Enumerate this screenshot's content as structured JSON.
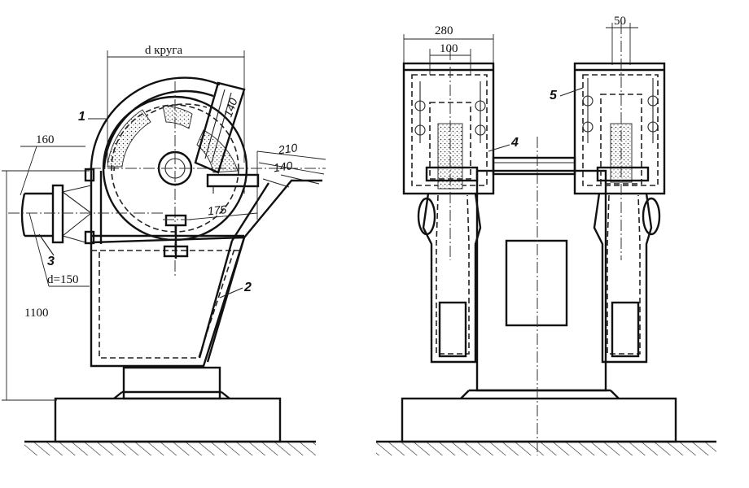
{
  "left_view": {
    "dim_wheel_diameter": "d круга",
    "dim_160": "160",
    "dim_1100": "1100",
    "dim_duct": "d=150",
    "dim_140_top": "140",
    "dim_210": "210",
    "dim_140_right": "140",
    "dim_175": "175",
    "callouts": [
      "1",
      "2",
      "3"
    ]
  },
  "right_view": {
    "dim_280": "280",
    "dim_100": "100",
    "dim_50": "50",
    "callouts": [
      "4",
      "5"
    ]
  },
  "colors": {
    "line": "#111111",
    "background": "#ffffff"
  }
}
